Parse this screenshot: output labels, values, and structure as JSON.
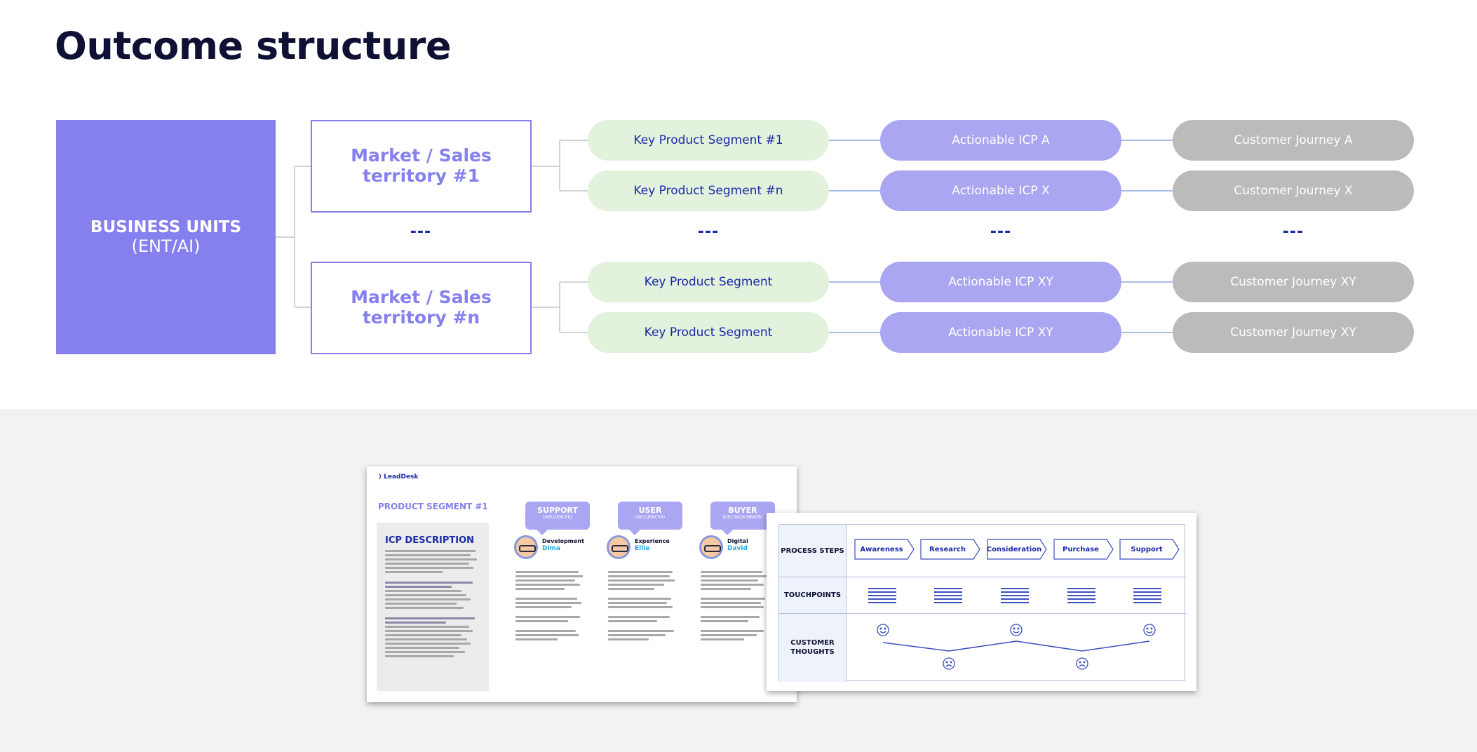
{
  "title": "Outcome structure",
  "business_units": {
    "line1": "BUSINESS UNITS",
    "line2": "(ENT/AI)"
  },
  "territories": [
    {
      "label": "Market / Sales territory #1"
    },
    {
      "label": "Market / Sales territory #n"
    }
  ],
  "rows": [
    {
      "segment": "Key Product Segment #1",
      "icp": "Actionable ICP A",
      "journey": "Customer Journey A"
    },
    {
      "segment": "Key Product Segment #n",
      "icp": "Actionable ICP X",
      "journey": "Customer Journey X"
    },
    {
      "segment": "Key Product Segment",
      "icp": "Actionable ICP XY",
      "journey": "Customer Journey XY"
    },
    {
      "segment": "Key Product Segment",
      "icp": "Actionable ICP XY",
      "journey": "Customer Journey XY"
    }
  ],
  "ellipsis": "---",
  "colors": {
    "accent": "#8580ee",
    "segment_bg": "#e3f2dd",
    "icp_bg": "#aaa6f2",
    "journey_bg": "#bbbbbb",
    "navy": "#0e1133",
    "link_blue": "#1c2aa8"
  },
  "icp_card": {
    "logo": "LeadDesk",
    "segment": "PRODUCT SEGMENT #1",
    "description_title": "ICP DESCRIPTION",
    "personas": [
      {
        "role": "SUPPORT",
        "sub": "(INFLUENCER)",
        "name1": "Development",
        "name2": "Dima"
      },
      {
        "role": "USER",
        "sub": "(INFLUENCER)",
        "name1": "Experience",
        "name2": "Ellie"
      },
      {
        "role": "BUYER",
        "sub": "(DECISION MAKER)",
        "name1": "Digital",
        "name2": "David"
      }
    ]
  },
  "journey_map": {
    "row_labels": {
      "steps": "PROCESS STEPS",
      "touchpoints": "TOUCHPOINTS",
      "thoughts": "CUSTOMER THOUGHTS"
    },
    "steps": [
      "Awareness",
      "Research",
      "Consideration",
      "Purchase",
      "Support"
    ],
    "smiley_icon": "smiley-icon",
    "frown_icon": "frown-icon"
  }
}
